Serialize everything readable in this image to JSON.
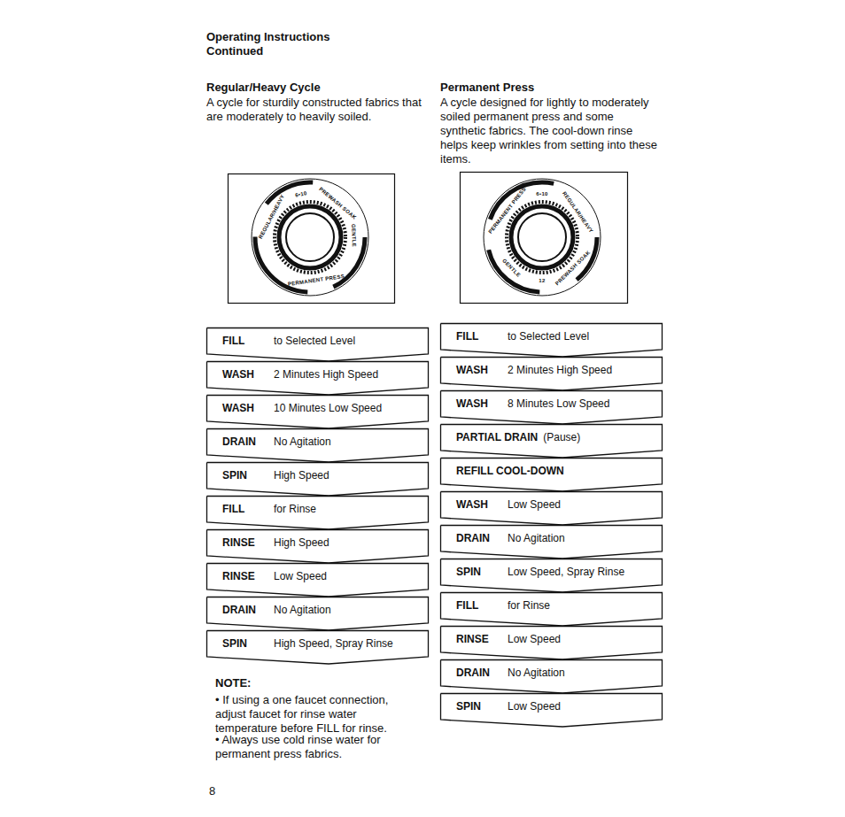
{
  "diagram": {
    "title": "Operating Instructions Continued",
    "nodes": [
      {
        "text": [
          "FILL",
          "to Selected Level"
        ]
      },
      {
        "text": [
          "WASH",
          "2 Minutes High Speed"
        ]
      },
      {
        "text": [
          "WASH",
          "10 Minutes Low Speed"
        ]
      },
      {
        "text": [
          "DRAIN",
          "No Agitation"
        ]
      },
      {
        "text": [
          "SPIN",
          "High Speed"
        ]
      },
      {
        "text": [
          "FILL",
          "for Rinse"
        ]
      },
      {
        "text": [
          "RINSE",
          "High Speed"
        ]
      },
      {
        "text": [
          "RINSE",
          "Low Speed"
        ]
      },
      {
        "text": [
          "DRAIN",
          "No Agitation"
        ]
      },
      {
        "text": [
          "SPIN",
          "High Speed, Spray Rinse"
        ]
      },
      {
        "text": [
          "FILL",
          "to Selected Level"
        ]
      },
      {
        "text": [
          "WASH",
          "2 Minutes High Speed"
        ]
      },
      {
        "text": [
          "WASH",
          "8 Minutes Low Speed"
        ]
      },
      {
        "text": [
          "PARTIAL DRAIN",
          "(Pause)"
        ]
      },
      {
        "text": [
          "REFILL COOL-DOWN"
        ]
      },
      {
        "text": [
          "WASH",
          "Low Speed"
        ]
      },
      {
        "text": [
          "DRAIN",
          "No Agitation"
        ]
      },
      {
        "text": [
          "SPIN",
          "Low Speed, Spray Rinse"
        ]
      },
      {
        "text": [
          "FILL",
          "for Rinse"
        ]
      },
      {
        "text": [
          "RINSE",
          "Low Speed"
        ]
      },
      {
        "text": [
          "DRAIN",
          "No Agitation"
        ]
      },
      {
        "text": [
          "SPIN",
          "Low Speed"
        ]
      }
    ],
    "labels": [
      "Regular/Heavy Cycle",
      "A cycle for sturdily constructed fabrics that are moderately to heavily soiled.",
      "Permanent Press",
      "A cycle designed for lightly to moderately soiled permanent press and some synthetic fabrics. The cool-down rinse helps keep wrinkles from setting into these items.",
      "NOTE:",
      "• If using a one faucet connection, adjust faucet for rinse water temperature before FILL for rinse.",
      "• Always use cold rinse water for permanent press fabrics.",
      "8",
      "6•10",
      "REGULAR/HEAVY",
      "GENTLE",
      "PERMANENT PRESS",
      "PREWASH SOAK",
      "6•10",
      "PERMANENT PRESS",
      "REGULAR/HEAVY",
      "12",
      "PREWASH SOAK",
      "GENTLE"
    ]
  }
}
